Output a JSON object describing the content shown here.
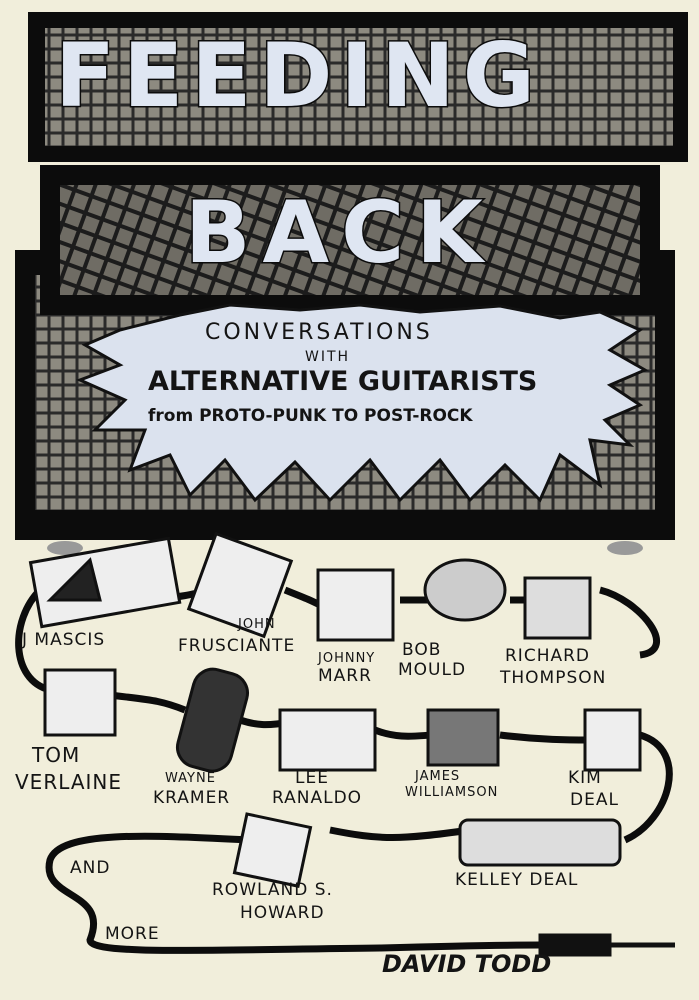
{
  "cover": {
    "title_line1": "FEEDING",
    "title_line2": "BACK",
    "subtitle_1": "CONVERSATIONS",
    "subtitle_2": "WITH",
    "subtitle_3": "ALTERNATIVE GUITARISTS",
    "subtitle_4": "from PROTO-PUNK TO POST-ROCK",
    "author": "DAVID TODD"
  },
  "guitarists": {
    "j_mascis": "J MASCIS",
    "john": "JOHN",
    "frusciante": "FRUSCIANTE",
    "johnny": "JOHNNY",
    "marr": "MARR",
    "bob": "BOB",
    "mould": "MOULD",
    "richard": "RICHARD",
    "thompson": "THOMPSON",
    "tom": "TOM",
    "verlaine": "VERLAINE",
    "wayne": "WAYNE",
    "kramer": "KRAMER",
    "lee": "LEE",
    "ranaldo": "RANALDO",
    "james": "JAMES",
    "williamson": "WILLIAMSON",
    "kim": "KIM",
    "deal": "DEAL",
    "rowland": "ROWLAND S.",
    "howard": "HOWARD",
    "kelley_deal": "KELLEY DEAL",
    "and": "AND",
    "more": "MORE"
  },
  "colors": {
    "paper": "#f1eedb",
    "ink": "#0c0c0c",
    "paint": "#dfe6f2"
  }
}
